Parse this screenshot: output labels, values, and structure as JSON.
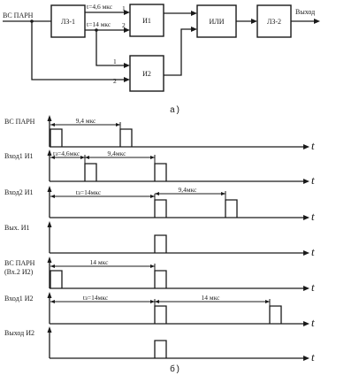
{
  "block_diagram": {
    "input_label": "ВС ПАРН",
    "output_label": "Выход",
    "blocks": {
      "delay1": "ЛЗ-1",
      "and1": "И1",
      "and2": "И2",
      "or": "ИЛИ",
      "delay2": "ЛЗ-2"
    },
    "tap1_label": "t=4,6 мкс",
    "tap2_label": "t=14 мкс",
    "pin_1": "1",
    "pin_2": "2",
    "caption": "а)"
  },
  "timing": {
    "axis_symbol": "t",
    "caption": "б)",
    "rows": [
      {
        "label": "ВС ПАРН",
        "label2": ""
      },
      {
        "label": "Вход1 И1",
        "label2": ""
      },
      {
        "label": "Вход2 И1",
        "label2": ""
      },
      {
        "label": "Вых. И1",
        "label2": ""
      },
      {
        "label": "ВС ПАРН",
        "label2": "(Вх.2 И2)"
      },
      {
        "label": "Вход1 И2",
        "label2": ""
      },
      {
        "label": "Выход И2",
        "label2": ""
      }
    ],
    "dims": {
      "r1_a": "9,4 мкс",
      "r2_a": "tз=4,6мкс",
      "r2_b": "9,4мкс",
      "r3_a": "tз=14мкс",
      "r3_b": "9,4мкс",
      "r5_a": "14 мкс",
      "r6_a": "tз=14мкс",
      "r6_b": "14 мкс"
    }
  }
}
